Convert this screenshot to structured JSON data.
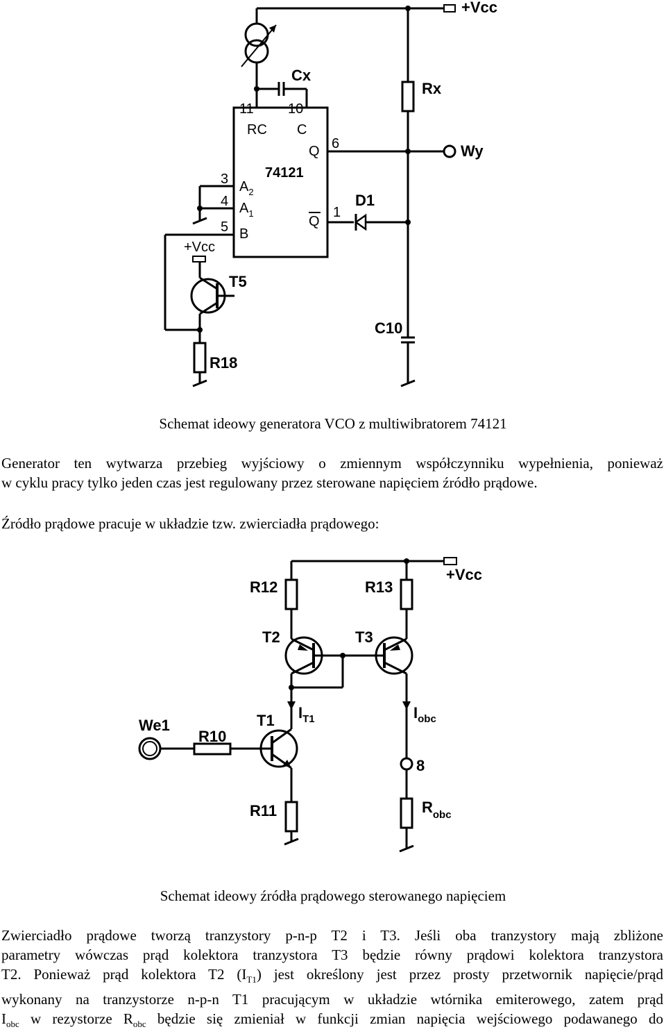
{
  "diagram1": {
    "vcc_top": "+Vcc",
    "cx": "Cx",
    "rx": "Rx",
    "wy": "Wy",
    "pin11": "11",
    "pin10": "10",
    "rc": "RC",
    "c": "C",
    "q": "Q",
    "pin6": "6",
    "chip": "74121",
    "pin3": "3",
    "a2": "A",
    "a2_sub": "2",
    "pin4": "4",
    "a1": "A",
    "a1_sub": "1",
    "pin1": "1",
    "d1": "D1",
    "qbar": "Q",
    "pin5": "5",
    "b": "B",
    "vcc_left": "+Vcc",
    "t5": "T5",
    "c10": "C10",
    "r18": "R18"
  },
  "caption1": "Schemat ideowy generatora VCO z multiwibratorem 74121",
  "paragraph1": {
    "line1": "Generator ten wytwarza przebieg wyjściowy o zmiennym współczynniku wypełnienia, ponieważ",
    "line2": "w cyklu pracy tylko jeden czas jest regulowany przez sterowane napięciem źródło prądowe."
  },
  "paragraph2": "Źródło prądowe pracuje w układzie tzw. zwierciadła prądowego:",
  "diagram2": {
    "r12": "R12",
    "r13": "R13",
    "vcc": "+Vcc",
    "t2": "T2",
    "t3": "T3",
    "we1": "We1",
    "r10": "R10",
    "t1": "T1",
    "it1": "I",
    "it1_sub": "T1",
    "iobc": "I",
    "iobc_sub": "obc",
    "node8": "8",
    "r11": "R11",
    "robc": "R",
    "robc_sub": "obc"
  },
  "caption2": "Schemat ideowy źródła prądowego sterowanego napięciem",
  "paragraph3": {
    "line1": "Zwierciadło prądowe tworzą tranzystory p-n-p T2 i T3. Jeśli oba tranzystory mają zbliżone",
    "line2": "parametry wówczas prąd kolektora tranzystora T3 będzie równy prądowi kolektora tranzystora",
    "line3_a": "T2. Ponieważ prąd kolektora T2 (I",
    "line3_sub": "T1",
    "line3_b": ") jest określony jest przez prosty przetwornik napięcie/prąd",
    "line4": "wykonany na tranzystorze n-p-n T1 pracującym w układzie wtórnika emiterowego, zatem prąd",
    "line5_a": "I",
    "line5_sub1": "obc",
    "line5_b": " w rezystorze R",
    "line5_sub2": "obc",
    "line5_c": " będzie się zmieniał w funkcji zmian napięcia wejściowego podawanego do"
  }
}
